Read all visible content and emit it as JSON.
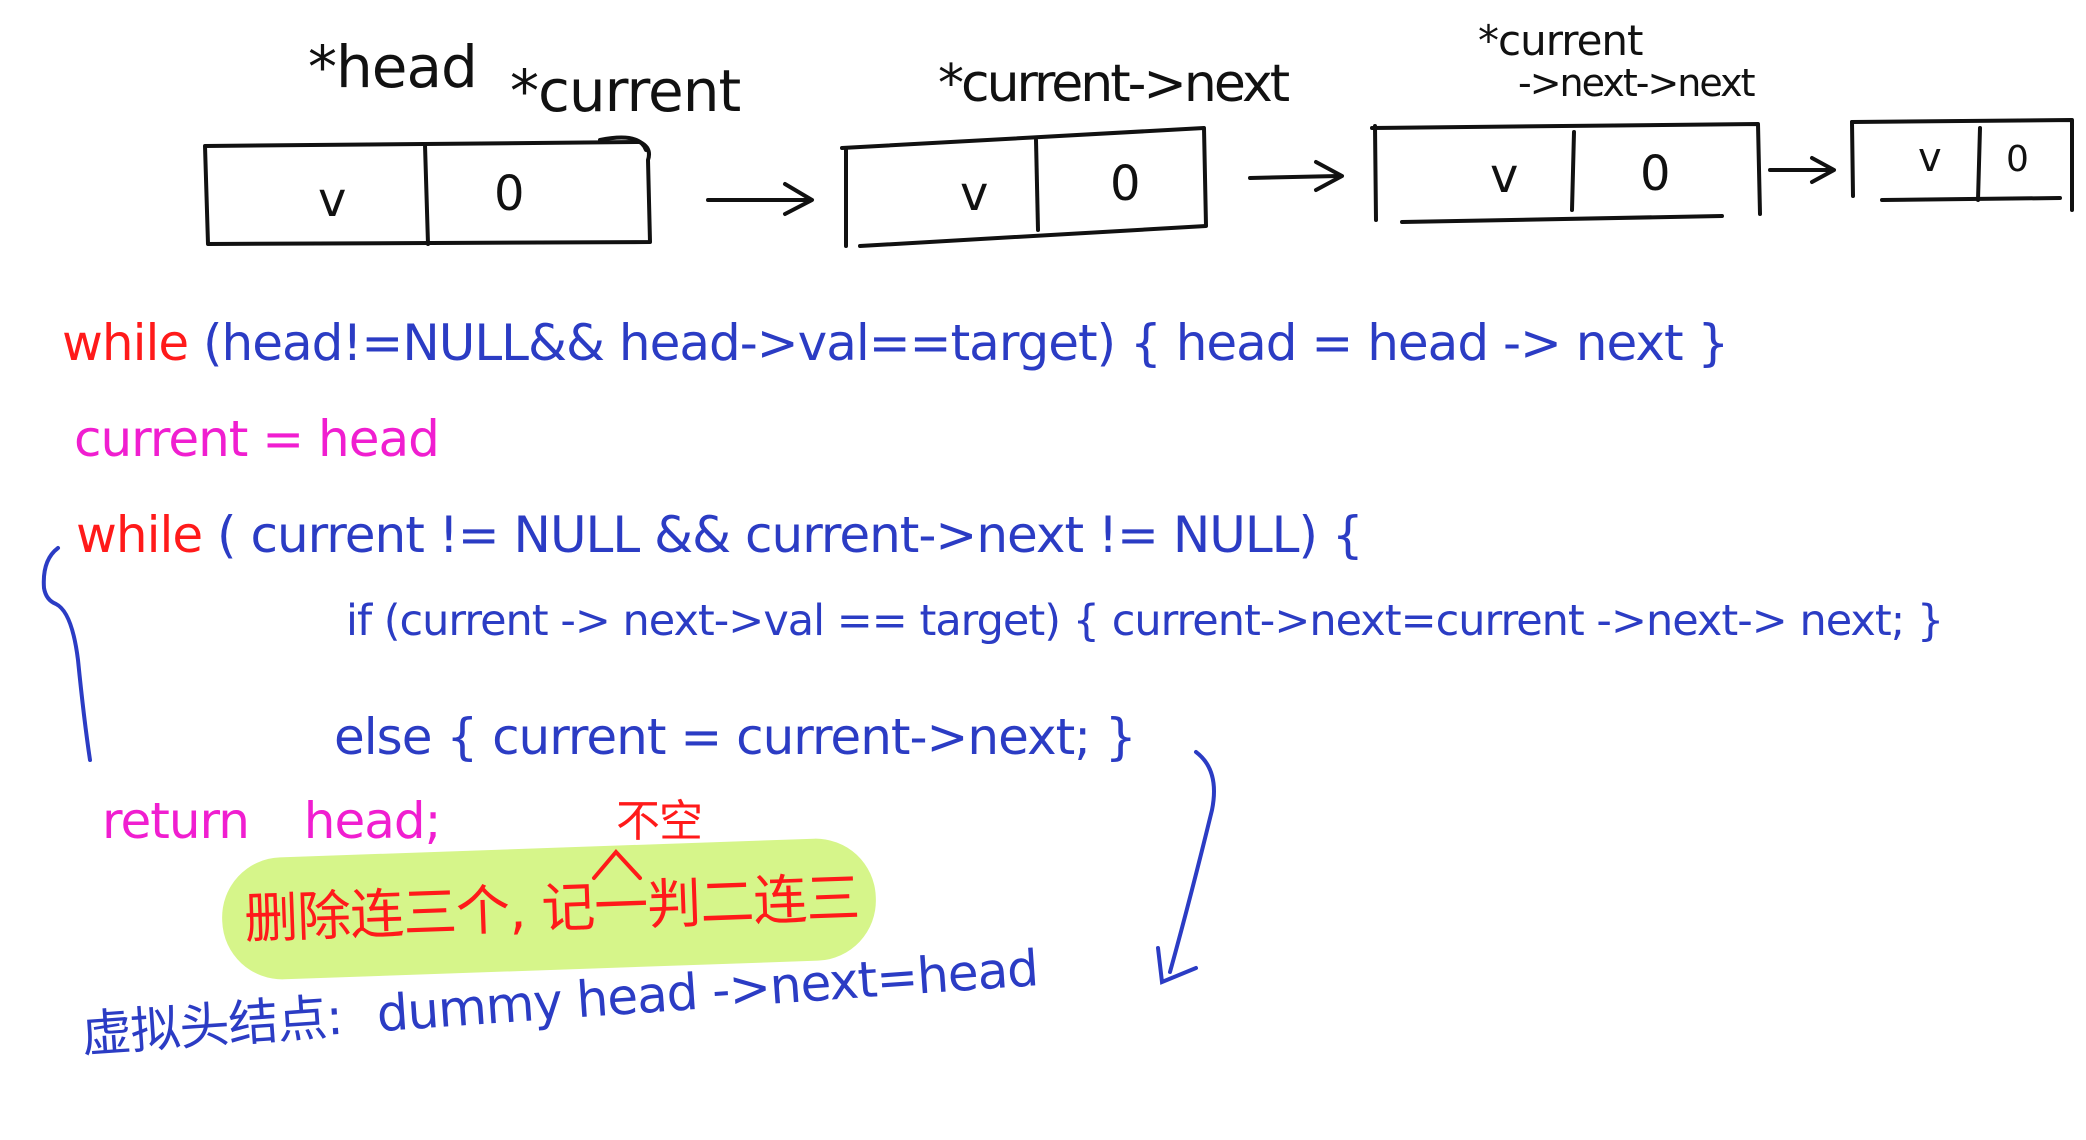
{
  "diagram": {
    "nodes": [
      {
        "val": "v",
        "next": "0",
        "pointer_labels": [
          "*head",
          "*current"
        ]
      },
      {
        "val": "v",
        "next": "0",
        "pointer_labels": [
          "*current->next"
        ]
      },
      {
        "val": "v",
        "next": "0",
        "pointer_labels": [
          "*current",
          "->next->next"
        ]
      },
      {
        "val": "v",
        "next": "0",
        "pointer_labels": []
      }
    ],
    "arrow_glyph": "→"
  },
  "code": {
    "line1": {
      "keyword": "while",
      "rest": "(head!=NULL&& head->val==target) { head = head -> next }"
    },
    "line2": {
      "text": "current = head"
    },
    "line3": {
      "keyword": "while",
      "rest": "( current != NULL && current->next != NULL) {"
    },
    "line4": {
      "text": "if (current -> next->val == target) { current->next=current ->next-> next; }"
    },
    "line5": {
      "text": "else  { current = current->next; }"
    },
    "line6": {
      "keyword": "return",
      "rest": "head;"
    }
  },
  "notes": {
    "insert_word": "不空",
    "highlight_note": "删除连三个, 记一判二连三",
    "dummy_prefix": "虚拟头结点:",
    "dummy_text": "dummy  head  ->next=head"
  },
  "colors": {
    "ink_black": "#111111",
    "ink_blue": "#2b3cc4",
    "ink_red": "#ff1a1a",
    "ink_magenta": "#f01ed0",
    "highlight": "#d6f58a"
  }
}
